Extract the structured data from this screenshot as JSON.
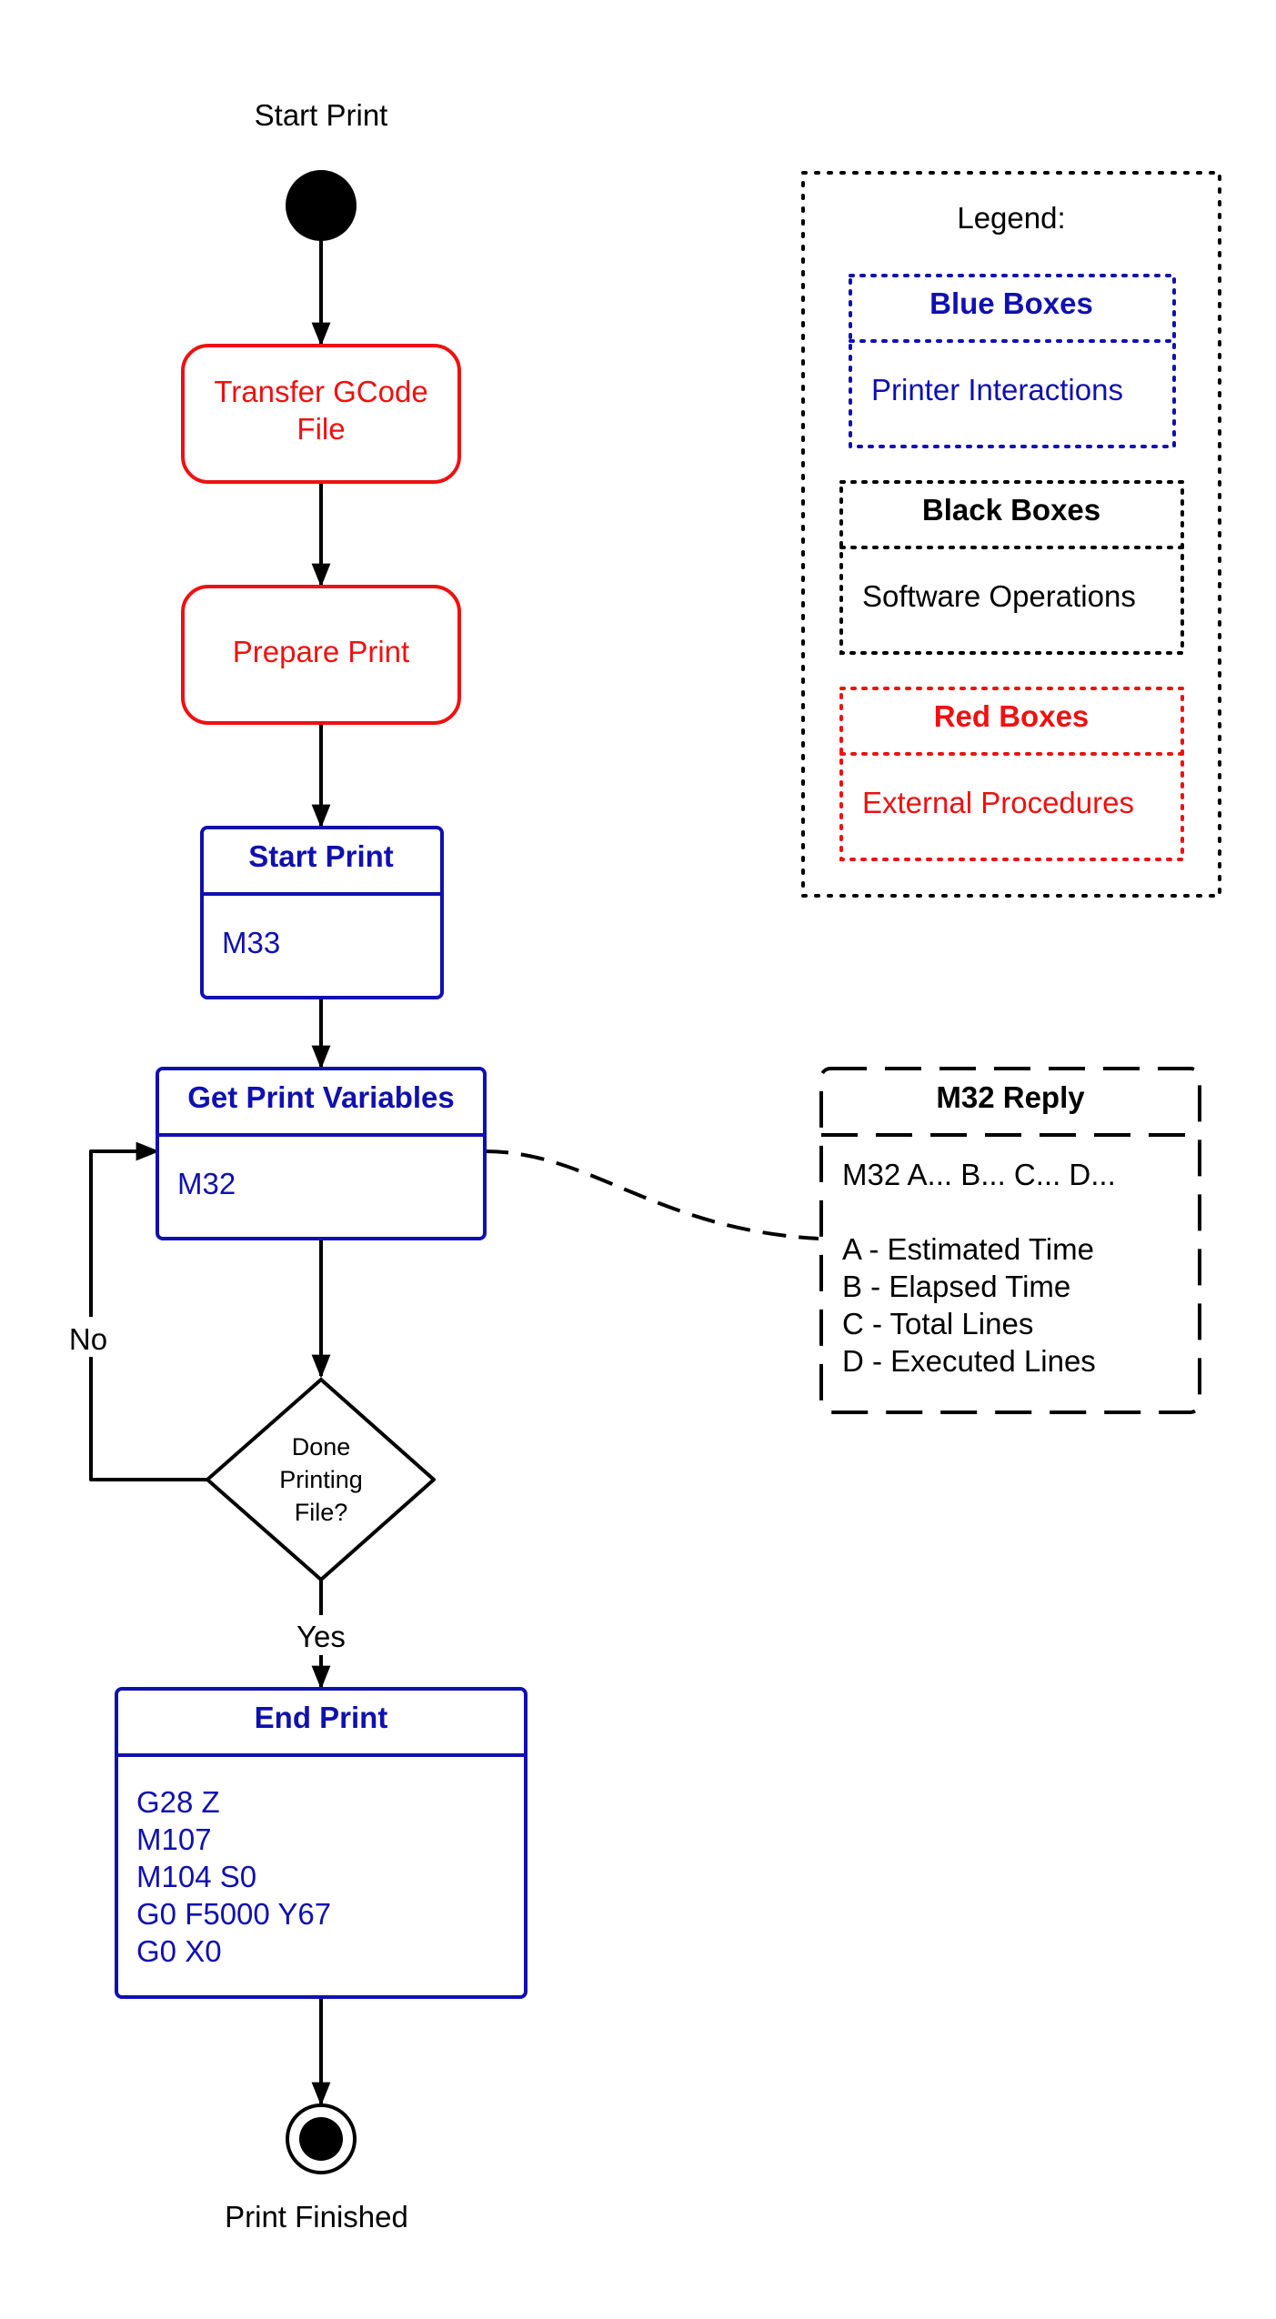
{
  "colors": {
    "blue": "#1010b0",
    "red": "#ee1111",
    "black": "#000000"
  },
  "flow": {
    "start_label": "Start Print",
    "transfer_label_line1": "Transfer GCode",
    "transfer_label_line2": "File",
    "prepare_label": "Prepare Print",
    "start_box": {
      "title": "Start Print",
      "body": [
        "M33"
      ]
    },
    "vars_box": {
      "title": "Get Print Variables",
      "body": [
        "M32"
      ]
    },
    "decision": {
      "lines": [
        "Done",
        "Printing",
        "File?"
      ]
    },
    "no_label": "No",
    "yes_label": "Yes",
    "end_box": {
      "title": "End Print",
      "body": [
        "G28 Z",
        "M107",
        "M104 S0",
        "G0 F5000 Y67",
        "G0 X0"
      ]
    },
    "finish_label": "Print Finished"
  },
  "reply": {
    "title": "M32 Reply",
    "lines": [
      "M32 A... B... C... D...",
      "",
      "A - Estimated Time",
      "B - Elapsed Time",
      "C - Total Lines",
      "D - Executed Lines"
    ]
  },
  "legend": {
    "title": "Legend:",
    "blue": {
      "title": "Blue Boxes",
      "body": "Printer Interactions"
    },
    "black": {
      "title": "Black Boxes",
      "body": "Software Operations"
    },
    "red": {
      "title": "Red Boxes",
      "body": "External Procedures"
    }
  }
}
